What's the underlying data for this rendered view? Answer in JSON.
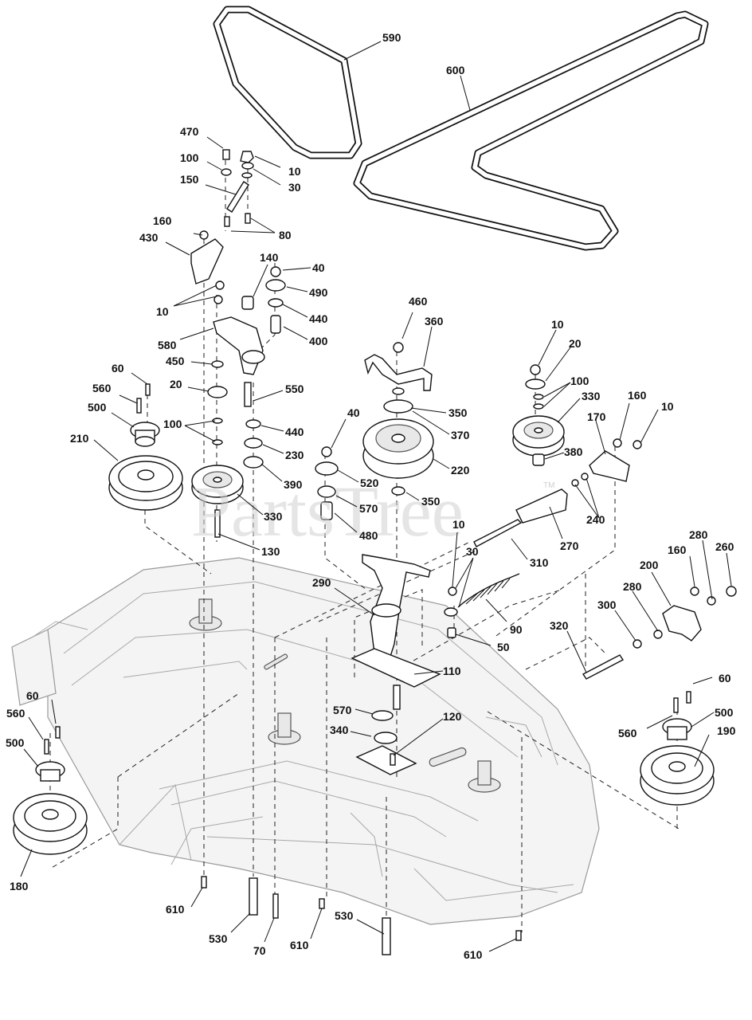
{
  "watermark": {
    "text": "PartsTree",
    "tm": "TM"
  },
  "callouts": [
    {
      "id": "590",
      "text": "590"
    },
    {
      "id": "600",
      "text": "600"
    },
    {
      "id": "470",
      "text": "470"
    },
    {
      "id": "100a",
      "text": "100"
    },
    {
      "id": "10a",
      "text": "10"
    },
    {
      "id": "30a",
      "text": "30"
    },
    {
      "id": "150",
      "text": "150"
    },
    {
      "id": "80",
      "text": "80"
    },
    {
      "id": "160a",
      "text": "160"
    },
    {
      "id": "430",
      "text": "430"
    },
    {
      "id": "140",
      "text": "140"
    },
    {
      "id": "40a",
      "text": "40"
    },
    {
      "id": "490",
      "text": "490"
    },
    {
      "id": "10b",
      "text": "10"
    },
    {
      "id": "440a",
      "text": "440"
    },
    {
      "id": "400",
      "text": "400"
    },
    {
      "id": "580",
      "text": "580"
    },
    {
      "id": "460",
      "text": "460"
    },
    {
      "id": "360",
      "text": "360"
    },
    {
      "id": "10c",
      "text": "10"
    },
    {
      "id": "20a",
      "text": "20"
    },
    {
      "id": "450",
      "text": "450"
    },
    {
      "id": "60a",
      "text": "60"
    },
    {
      "id": "20b",
      "text": "20"
    },
    {
      "id": "550",
      "text": "550"
    },
    {
      "id": "100b",
      "text": "100"
    },
    {
      "id": "560a",
      "text": "560"
    },
    {
      "id": "500a",
      "text": "500"
    },
    {
      "id": "100c",
      "text": "100"
    },
    {
      "id": "330a",
      "text": "330"
    },
    {
      "id": "160b",
      "text": "160"
    },
    {
      "id": "10d",
      "text": "10"
    },
    {
      "id": "350a",
      "text": "350"
    },
    {
      "id": "170",
      "text": "170"
    },
    {
      "id": "40b",
      "text": "40"
    },
    {
      "id": "370",
      "text": "370"
    },
    {
      "id": "440b",
      "text": "440"
    },
    {
      "id": "210",
      "text": "210"
    },
    {
      "id": "230",
      "text": "230"
    },
    {
      "id": "380",
      "text": "380"
    },
    {
      "id": "220",
      "text": "220"
    },
    {
      "id": "520",
      "text": "520"
    },
    {
      "id": "390",
      "text": "390"
    },
    {
      "id": "240",
      "text": "240"
    },
    {
      "id": "570a",
      "text": "570"
    },
    {
      "id": "350b",
      "text": "350"
    },
    {
      "id": "330b",
      "text": "330"
    },
    {
      "id": "480",
      "text": "480"
    },
    {
      "id": "270",
      "text": "270"
    },
    {
      "id": "130",
      "text": "130"
    },
    {
      "id": "10e",
      "text": "10"
    },
    {
      "id": "280a",
      "text": "280"
    },
    {
      "id": "260",
      "text": "260"
    },
    {
      "id": "310",
      "text": "310"
    },
    {
      "id": "30b",
      "text": "30"
    },
    {
      "id": "160c",
      "text": "160"
    },
    {
      "id": "200",
      "text": "200"
    },
    {
      "id": "290",
      "text": "290"
    },
    {
      "id": "280b",
      "text": "280"
    },
    {
      "id": "300",
      "text": "300"
    },
    {
      "id": "90",
      "text": "90"
    },
    {
      "id": "50",
      "text": "50"
    },
    {
      "id": "320",
      "text": "320"
    },
    {
      "id": "110",
      "text": "110"
    },
    {
      "id": "60b",
      "text": "60"
    },
    {
      "id": "60c",
      "text": "60"
    },
    {
      "id": "570b",
      "text": "570"
    },
    {
      "id": "120",
      "text": "120"
    },
    {
      "id": "500b",
      "text": "500"
    },
    {
      "id": "560b",
      "text": "560"
    },
    {
      "id": "190",
      "text": "190"
    },
    {
      "id": "560c",
      "text": "560"
    },
    {
      "id": "340",
      "text": "340"
    },
    {
      "id": "500c",
      "text": "500"
    },
    {
      "id": "180",
      "text": "180"
    },
    {
      "id": "610a",
      "text": "610"
    },
    {
      "id": "530a",
      "text": "530"
    },
    {
      "id": "70",
      "text": "70"
    },
    {
      "id": "610b",
      "text": "610"
    },
    {
      "id": "530b",
      "text": "530"
    },
    {
      "id": "610c",
      "text": "610"
    }
  ]
}
